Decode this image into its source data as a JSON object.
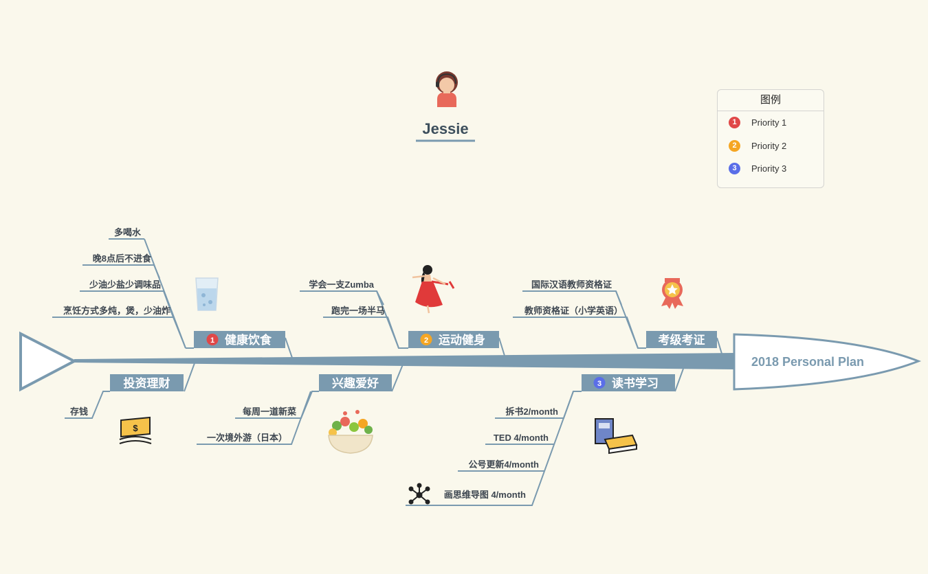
{
  "title": "Jessie",
  "head_label": "2018 Personal Plan",
  "colors": {
    "spine": "#7a9aaf",
    "category_box": "#7a9aaf",
    "priority_1": "#e04848",
    "priority_2": "#f5a623",
    "priority_3": "#5a6ee8",
    "background": "#faf8ec"
  },
  "legend": {
    "title": "图例",
    "items": [
      {
        "label": "Priority 1",
        "badge": "1",
        "color": "#e04848"
      },
      {
        "label": "Priority 2",
        "badge": "2",
        "color": "#f5a623"
      },
      {
        "label": "Priority 3",
        "badge": "3",
        "color": "#5a6ee8"
      }
    ]
  },
  "categories": [
    {
      "id": "health",
      "label": "健康饮食",
      "priority": "1",
      "side": "top",
      "icon": "water-glass-icon",
      "items": [
        "多喝水",
        "晚8点后不进食",
        "少油少盐少调味品",
        "烹饪方式多炖，煲，少油炸"
      ]
    },
    {
      "id": "fitness",
      "label": "运动健身",
      "priority": "2",
      "side": "top",
      "icon": "dancer-icon",
      "items": [
        "学会一支Zumba",
        "跑完一场半马"
      ]
    },
    {
      "id": "certificate",
      "label": "考级考证",
      "priority": "",
      "side": "top",
      "icon": "award-medal-icon",
      "items": [
        "国际汉语教师资格证",
        "教师资格证（小学英语）"
      ]
    },
    {
      "id": "finance",
      "label": "投资理财",
      "priority": "",
      "side": "bottom",
      "icon": "money-icon",
      "items": [
        "存钱"
      ]
    },
    {
      "id": "hobby",
      "label": "兴趣爱好",
      "priority": "",
      "side": "bottom",
      "icon": "salad-bowl-icon",
      "items": [
        "每周一道新菜",
        "一次境外游（日本）"
      ]
    },
    {
      "id": "reading",
      "label": "读书学习",
      "priority": "3",
      "side": "bottom",
      "icon": "books-icon",
      "items": [
        "拆书2/month",
        "TED 4/month",
        "公号更新4/month",
        "画思维导图 4/month"
      ],
      "item_icon": "mindmap-icon"
    }
  ]
}
